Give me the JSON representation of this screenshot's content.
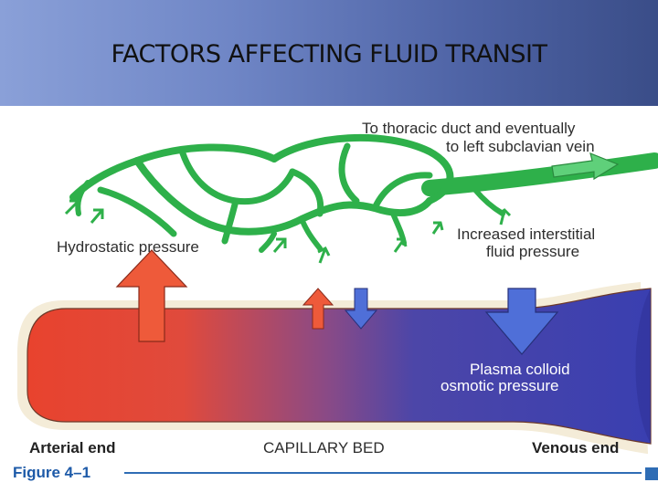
{
  "slide": {
    "title": "FACTORS AFFECTING FLUID TRANSIT"
  },
  "labels": {
    "thoracic_line1": "To thoracic duct and eventually",
    "thoracic_line2": "to left subclavian vein",
    "hydrostatic": "Hydrostatic pressure",
    "interstitial_line1": "Increased interstitial",
    "interstitial_line2": "fluid pressure",
    "plasma_line1": "Plasma colloid",
    "plasma_line2": "osmotic pressure",
    "arterial_end": "Arterial end",
    "capillary_bed": "CAPILLARY BED",
    "venous_end": "Venous end"
  },
  "figure_caption": "Figure 4–1",
  "colors": {
    "lymphatic": "#2eb04a",
    "arterial": "#e8432e",
    "venous": "#3a3fb0",
    "caption": "#1d5aa8"
  }
}
